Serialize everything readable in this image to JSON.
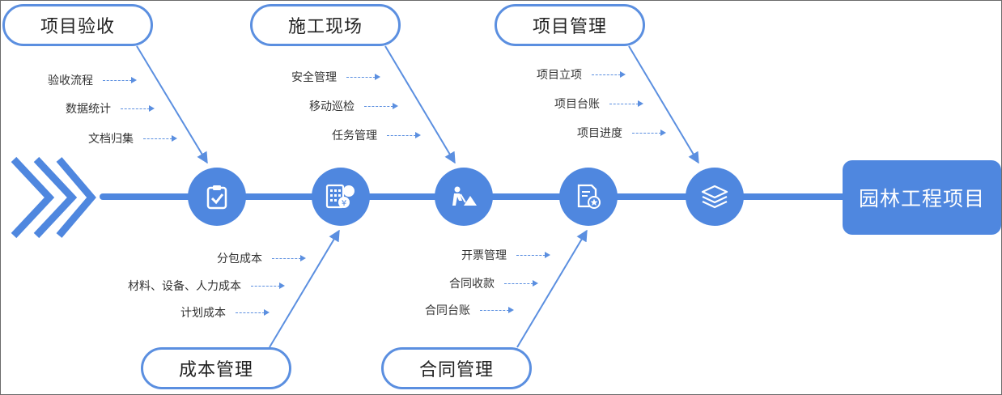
{
  "goal": "园林工程项目",
  "categories": {
    "acceptance": {
      "title": "项目验收",
      "items": [
        "验收流程",
        "数据统计",
        "文档归集"
      ]
    },
    "site": {
      "title": "施工现场",
      "items": [
        "安全管理",
        "移动巡检",
        "任务管理"
      ]
    },
    "project": {
      "title": "项目管理",
      "items": [
        "项目立项",
        "项目台账",
        "项目进度"
      ]
    },
    "cost": {
      "title": "成本管理",
      "items": [
        "分包成本",
        "材料、设备、人力成本",
        "计划成本"
      ]
    },
    "contract": {
      "title": "合同管理",
      "items": [
        "开票管理",
        "合同收款",
        "合同台账"
      ]
    }
  },
  "node_icons": [
    "clipboard-check-icon",
    "calculator-yen-icon",
    "worker-mountain-icon",
    "document-star-icon",
    "layers-icon"
  ],
  "colors": {
    "accent": "#4f87df",
    "line": "#5b8fe0",
    "text": "#333333"
  }
}
